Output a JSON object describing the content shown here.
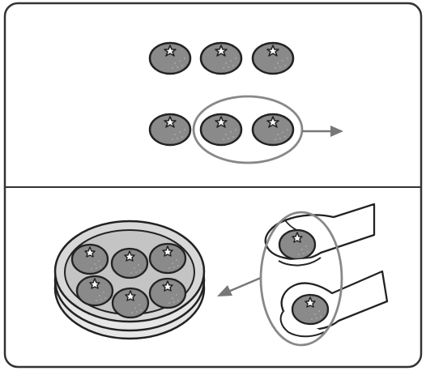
{
  "figure": {
    "panels": [
      {
        "name": "top-panel",
        "oranges_count": 6,
        "grouped_count": 2,
        "arrow_direction": "right"
      },
      {
        "name": "bottom-panel",
        "plate_oranges_count": 6,
        "hand_oranges_count": 2,
        "arrow_direction": "left"
      }
    ],
    "colors": {
      "border": "#333333",
      "orange_fill": "#8a8a8a",
      "loop_stroke": "#888888",
      "arrow": "#777777",
      "hand_fill": "#ffffff",
      "plate_fill": "#d8d8d8",
      "plate_inner": "#c4c4c4"
    }
  }
}
